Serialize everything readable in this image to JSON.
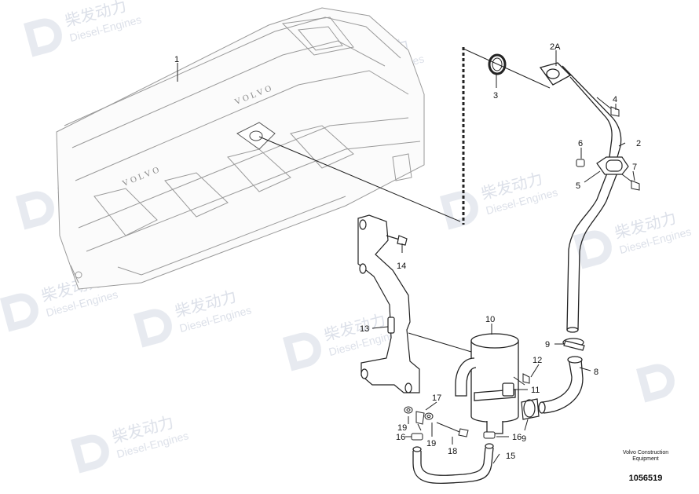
{
  "callouts": {
    "c1": "1",
    "c2": "2",
    "c2a": "2A",
    "c3": "3",
    "c4": "4",
    "c5": "5",
    "c6": "6",
    "c7": "7",
    "c8": "8",
    "c9a": "9",
    "c9b": "9",
    "c10": "10",
    "c11": "11",
    "c12": "12",
    "c13": "13",
    "c14": "14",
    "c15": "15",
    "c16a": "16",
    "c16b": "16",
    "c17": "17",
    "c18": "18",
    "c19a": "19",
    "c19b": "19"
  },
  "engine_logo": "VOLVO",
  "watermark": {
    "brand": "柴发动力",
    "sub": "Diesel-Engines"
  },
  "footer": {
    "brand_line1": "Volvo Construction",
    "brand_line2": "Equipment",
    "doc_number": "1056519"
  }
}
